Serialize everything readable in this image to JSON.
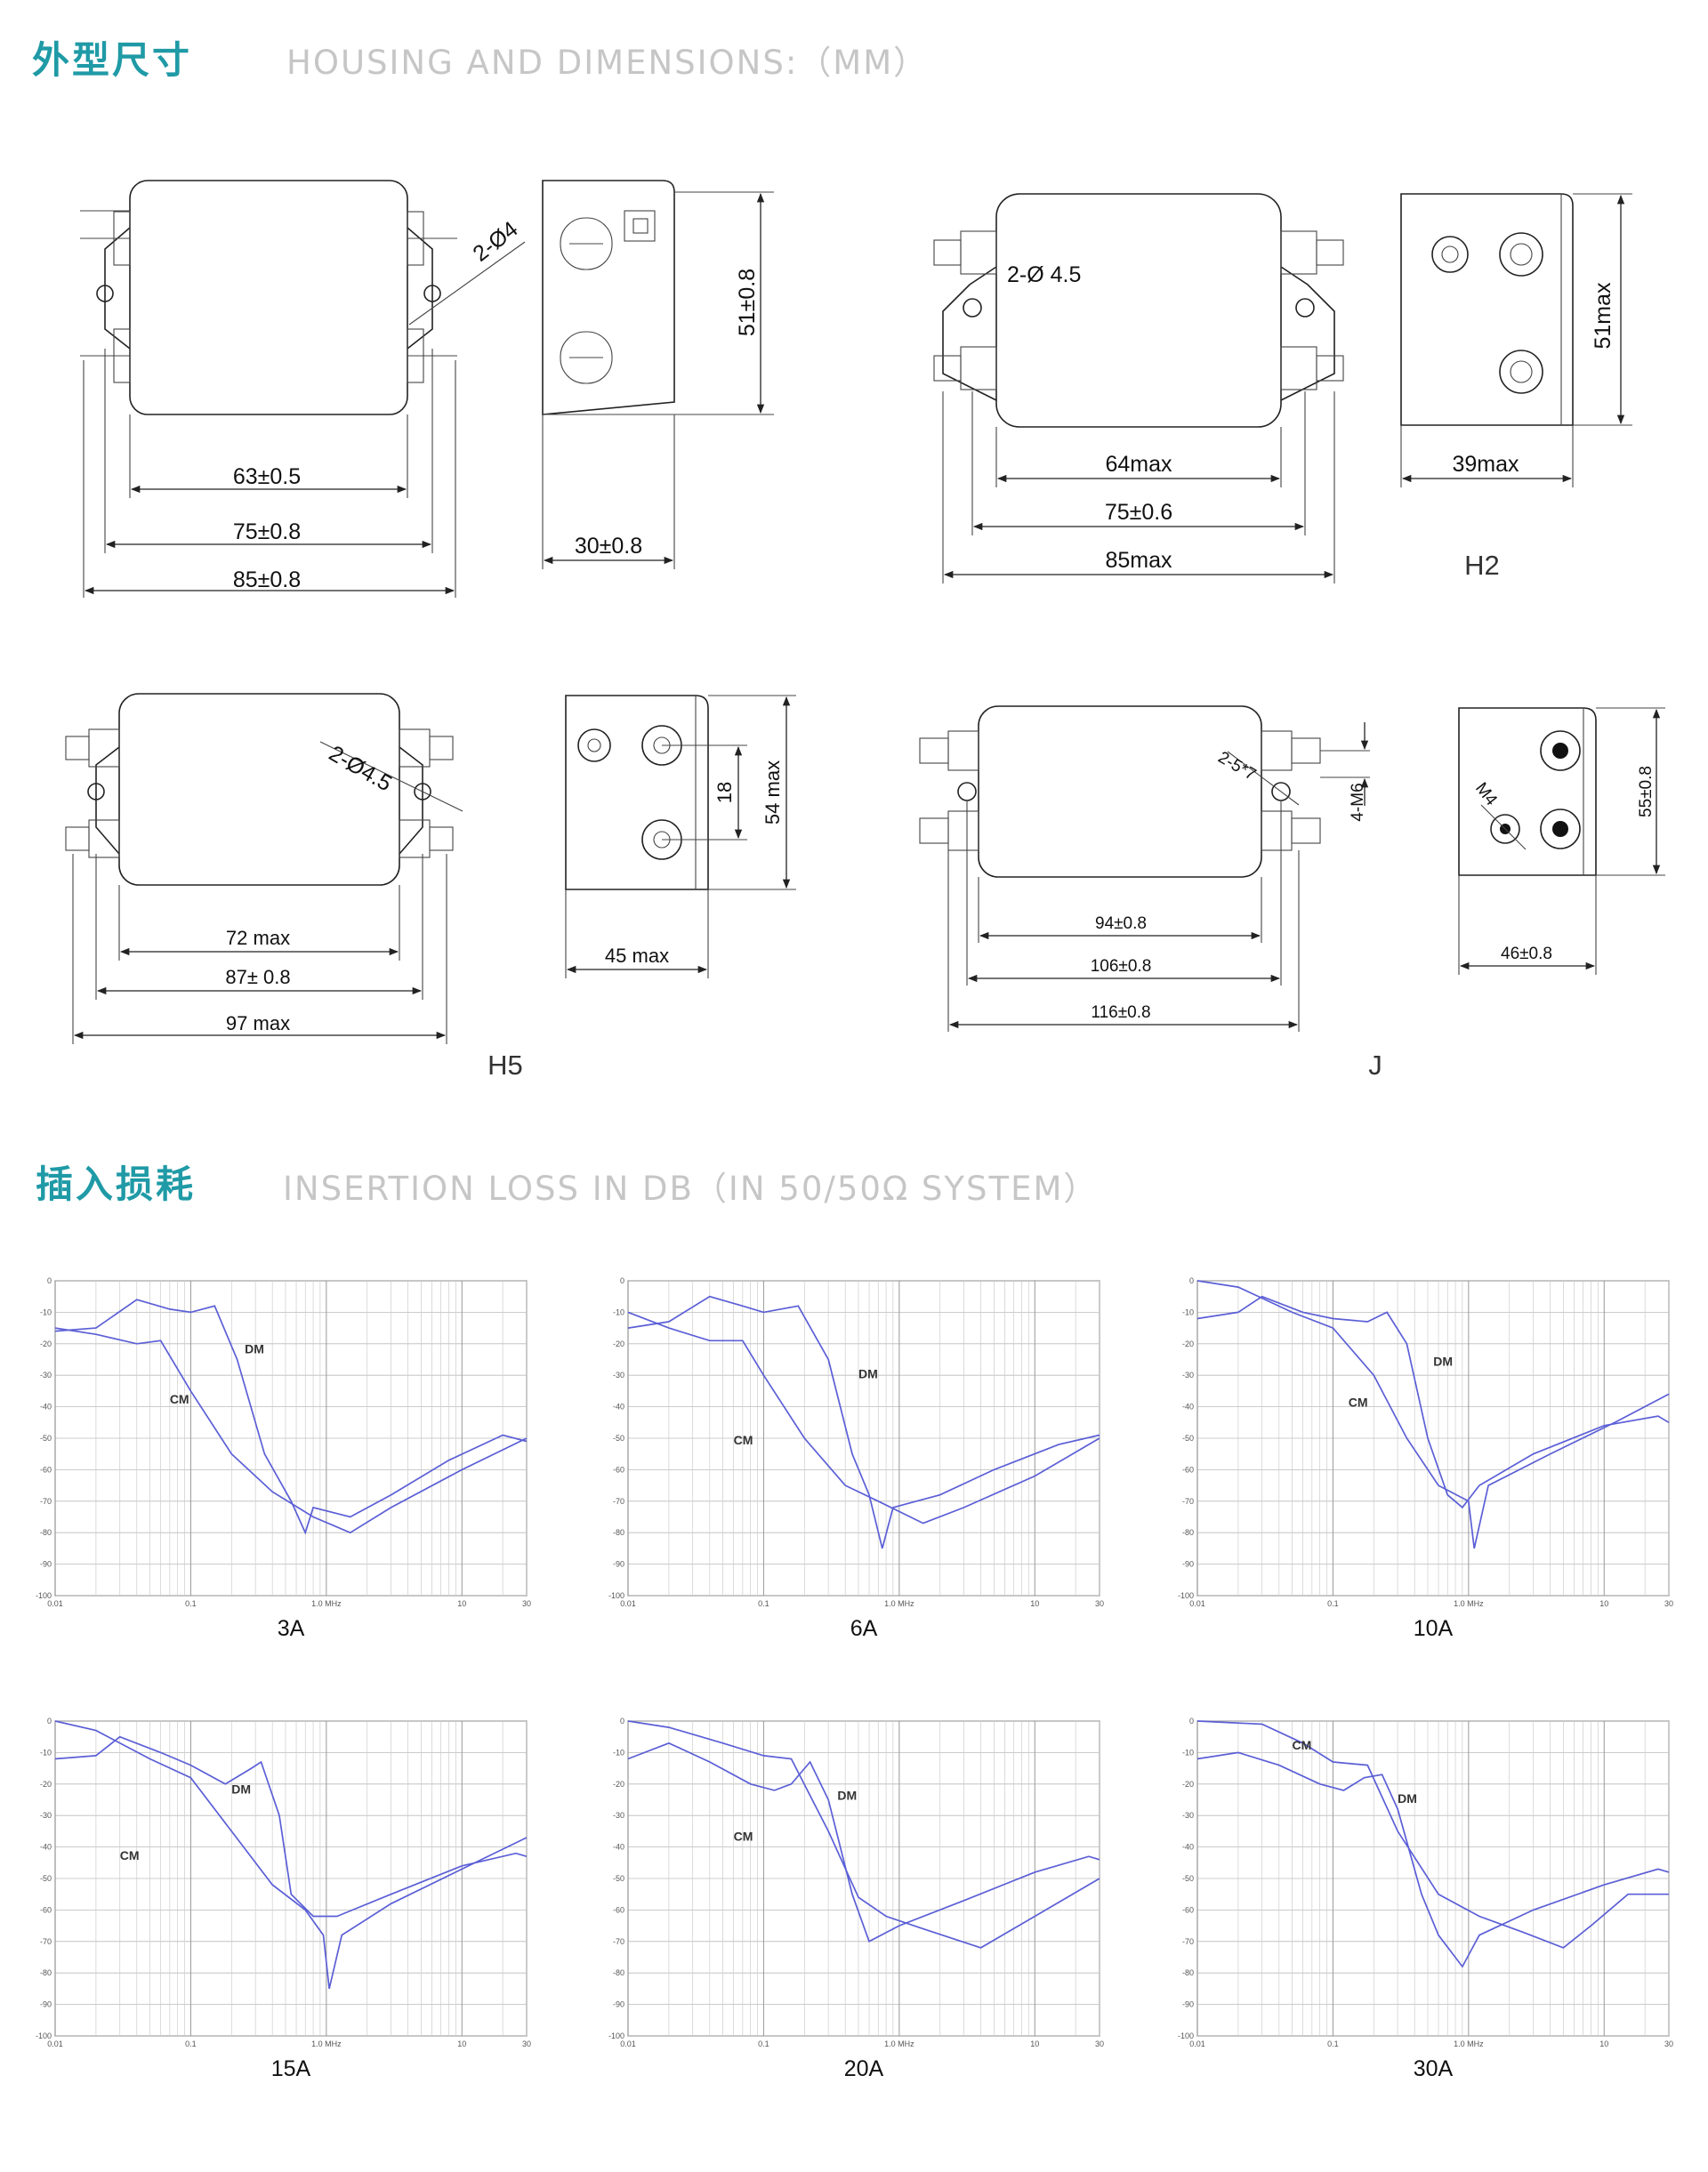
{
  "sections": {
    "housing": {
      "title_cn": "外型尺寸",
      "title_en": "HOUSING AND DIMENSIONS:（MM）"
    },
    "loss": {
      "title_cn": "插入损耗",
      "title_en": "INSERTION LOSS IN DB（IN 50/50Ω SYSTEM）"
    }
  },
  "drawings": {
    "d1": {
      "hole": "2-Ø4",
      "inner": "63±0.5",
      "mid": "75±0.8",
      "outer": "85±0.8",
      "height": "51±0.8",
      "depth": "30±0.8"
    },
    "h2": {
      "name": "H2",
      "hole": "2-Ø 4.5",
      "inner": "64max",
      "mid": "75±0.6",
      "outer": "85max",
      "height": "51max",
      "depth": "39max"
    },
    "h5": {
      "name": "H5",
      "hole": "2-Ø4.5",
      "inner": "72 max",
      "mid": "87± 0.8",
      "outer": "97 max",
      "spacing": "18",
      "height": "54 max",
      "depth": "45 max"
    },
    "j": {
      "name": "J",
      "hole": "2-5*7",
      "thread": "4-M6",
      "inner": "94±0.8",
      "mid": "106±0.8",
      "outer": "116±0.8",
      "height": "55±0.8",
      "depth": "46±0.8",
      "stud": "M4"
    }
  },
  "chart_ticks": {
    "y": [
      "0",
      "-10",
      "-20",
      "-30",
      "-40",
      "-50",
      "-60",
      "-70",
      "-80",
      "-90",
      "-100"
    ],
    "x": [
      "0.01",
      "0.1",
      "1.0  MHz",
      "10",
      "30"
    ]
  },
  "chart_data": [
    {
      "type": "line",
      "title": "3A",
      "x_scale": "log",
      "xlim": [
        0.01,
        30
      ],
      "ylim": [
        -100,
        0
      ],
      "grid": true,
      "labels": {
        "DM": "DM",
        "CM": "CM"
      },
      "series": [
        {
          "name": "DM",
          "points": [
            [
              0.01,
              -16
            ],
            [
              0.02,
              -15
            ],
            [
              0.04,
              -6
            ],
            [
              0.07,
              -9
            ],
            [
              0.1,
              -10
            ],
            [
              0.15,
              -8
            ],
            [
              0.22,
              -25
            ],
            [
              0.35,
              -55
            ],
            [
              0.55,
              -70
            ],
            [
              0.7,
              -80
            ],
            [
              0.8,
              -72
            ],
            [
              1.5,
              -75
            ],
            [
              3,
              -68
            ],
            [
              8,
              -57
            ],
            [
              20,
              -49
            ],
            [
              30,
              -51
            ]
          ]
        },
        {
          "name": "CM",
          "points": [
            [
              0.01,
              -15
            ],
            [
              0.02,
              -17
            ],
            [
              0.04,
              -20
            ],
            [
              0.06,
              -19
            ],
            [
              0.1,
              -35
            ],
            [
              0.2,
              -55
            ],
            [
              0.4,
              -67
            ],
            [
              0.8,
              -75
            ],
            [
              1.5,
              -80
            ],
            [
              3,
              -72
            ],
            [
              10,
              -60
            ],
            [
              30,
              -50
            ]
          ]
        }
      ]
    },
    {
      "type": "line",
      "title": "6A",
      "x_scale": "log",
      "xlim": [
        0.01,
        30
      ],
      "ylim": [
        -100,
        0
      ],
      "grid": true,
      "labels": {
        "DM": "DM",
        "CM": "CM"
      },
      "series": [
        {
          "name": "DM",
          "points": [
            [
              0.01,
              -15
            ],
            [
              0.02,
              -13
            ],
            [
              0.04,
              -5
            ],
            [
              0.07,
              -8
            ],
            [
              0.1,
              -10
            ],
            [
              0.18,
              -8
            ],
            [
              0.3,
              -25
            ],
            [
              0.45,
              -55
            ],
            [
              0.6,
              -68
            ],
            [
              0.75,
              -85
            ],
            [
              0.9,
              -72
            ],
            [
              2,
              -68
            ],
            [
              5,
              -60
            ],
            [
              15,
              -52
            ],
            [
              30,
              -49
            ]
          ]
        },
        {
          "name": "CM",
          "points": [
            [
              0.01,
              -10
            ],
            [
              0.02,
              -15
            ],
            [
              0.04,
              -19
            ],
            [
              0.07,
              -19
            ],
            [
              0.1,
              -30
            ],
            [
              0.2,
              -50
            ],
            [
              0.4,
              -65
            ],
            [
              0.7,
              -70
            ],
            [
              1.5,
              -77
            ],
            [
              3,
              -72
            ],
            [
              10,
              -62
            ],
            [
              30,
              -50
            ]
          ]
        }
      ]
    },
    {
      "type": "line",
      "title": "10A",
      "x_scale": "log",
      "xlim": [
        0.01,
        30
      ],
      "ylim": [
        -100,
        0
      ],
      "grid": true,
      "labels": {
        "DM": "DM",
        "CM": "CM"
      },
      "series": [
        {
          "name": "DM",
          "points": [
            [
              0.01,
              -12
            ],
            [
              0.02,
              -10
            ],
            [
              0.03,
              -5
            ],
            [
              0.06,
              -10
            ],
            [
              0.1,
              -12
            ],
            [
              0.18,
              -13
            ],
            [
              0.25,
              -10
            ],
            [
              0.35,
              -20
            ],
            [
              0.5,
              -50
            ],
            [
              0.7,
              -68
            ],
            [
              0.9,
              -72
            ],
            [
              1.2,
              -65
            ],
            [
              3,
              -55
            ],
            [
              10,
              -46
            ],
            [
              25,
              -43
            ],
            [
              30,
              -45
            ]
          ]
        },
        {
          "name": "CM",
          "points": [
            [
              0.01,
              0
            ],
            [
              0.02,
              -2
            ],
            [
              0.05,
              -10
            ],
            [
              0.1,
              -15
            ],
            [
              0.2,
              -30
            ],
            [
              0.35,
              -50
            ],
            [
              0.6,
              -65
            ],
            [
              1.0,
              -70
            ],
            [
              1.1,
              -85
            ],
            [
              1.4,
              -65
            ],
            [
              4,
              -55
            ],
            [
              12,
              -45
            ],
            [
              30,
              -36
            ]
          ]
        }
      ]
    },
    {
      "type": "line",
      "title": "15A",
      "x_scale": "log",
      "xlim": [
        0.01,
        30
      ],
      "ylim": [
        -100,
        0
      ],
      "grid": true,
      "labels": {
        "DM": "DM",
        "CM": "CM"
      },
      "series": [
        {
          "name": "DM",
          "points": [
            [
              0.01,
              -12
            ],
            [
              0.02,
              -11
            ],
            [
              0.03,
              -5
            ],
            [
              0.06,
              -10
            ],
            [
              0.1,
              -14
            ],
            [
              0.18,
              -20
            ],
            [
              0.28,
              -15
            ],
            [
              0.33,
              -13
            ],
            [
              0.45,
              -30
            ],
            [
              0.55,
              -55
            ],
            [
              0.8,
              -62
            ],
            [
              1.2,
              -62
            ],
            [
              3,
              -55
            ],
            [
              10,
              -46
            ],
            [
              25,
              -42
            ],
            [
              30,
              -43
            ]
          ]
        },
        {
          "name": "CM",
          "points": [
            [
              0.01,
              0
            ],
            [
              0.02,
              -3
            ],
            [
              0.05,
              -12
            ],
            [
              0.1,
              -18
            ],
            [
              0.2,
              -35
            ],
            [
              0.4,
              -52
            ],
            [
              0.7,
              -60
            ],
            [
              0.95,
              -68
            ],
            [
              1.05,
              -85
            ],
            [
              1.3,
              -68
            ],
            [
              3,
              -58
            ],
            [
              10,
              -47
            ],
            [
              30,
              -37
            ]
          ]
        }
      ]
    },
    {
      "type": "line",
      "title": "20A",
      "x_scale": "log",
      "xlim": [
        0.01,
        30
      ],
      "ylim": [
        -100,
        0
      ],
      "grid": true,
      "labels": {
        "DM": "DM",
        "CM": "CM"
      },
      "series": [
        {
          "name": "DM",
          "points": [
            [
              0.01,
              -12
            ],
            [
              0.02,
              -7
            ],
            [
              0.04,
              -13
            ],
            [
              0.08,
              -20
            ],
            [
              0.12,
              -22
            ],
            [
              0.16,
              -20
            ],
            [
              0.22,
              -13
            ],
            [
              0.3,
              -25
            ],
            [
              0.45,
              -55
            ],
            [
              0.6,
              -70
            ],
            [
              1.0,
              -65
            ],
            [
              3,
              -57
            ],
            [
              10,
              -48
            ],
            [
              25,
              -43
            ],
            [
              30,
              -44
            ]
          ]
        },
        {
          "name": "CM",
          "points": [
            [
              0.01,
              0
            ],
            [
              0.02,
              -2
            ],
            [
              0.05,
              -7
            ],
            [
              0.1,
              -11
            ],
            [
              0.16,
              -12
            ],
            [
              0.3,
              -35
            ],
            [
              0.5,
              -56
            ],
            [
              0.8,
              -62
            ],
            [
              1.5,
              -66
            ],
            [
              4,
              -72
            ],
            [
              10,
              -62
            ],
            [
              30,
              -50
            ]
          ]
        }
      ]
    },
    {
      "type": "line",
      "title": "30A",
      "x_scale": "log",
      "xlim": [
        0.01,
        30
      ],
      "ylim": [
        -100,
        0
      ],
      "grid": true,
      "labels": {
        "DM": "DM",
        "CM": "CM"
      },
      "series": [
        {
          "name": "DM",
          "points": [
            [
              0.01,
              -12
            ],
            [
              0.02,
              -10
            ],
            [
              0.04,
              -14
            ],
            [
              0.08,
              -20
            ],
            [
              0.12,
              -22
            ],
            [
              0.17,
              -18
            ],
            [
              0.23,
              -17
            ],
            [
              0.3,
              -28
            ],
            [
              0.45,
              -55
            ],
            [
              0.6,
              -68
            ],
            [
              0.9,
              -78
            ],
            [
              1.2,
              -68
            ],
            [
              3,
              -60
            ],
            [
              10,
              -52
            ],
            [
              25,
              -47
            ],
            [
              30,
              -48
            ]
          ]
        },
        {
          "name": "CM",
          "points": [
            [
              0.01,
              0
            ],
            [
              0.03,
              -1
            ],
            [
              0.06,
              -7
            ],
            [
              0.1,
              -13
            ],
            [
              0.18,
              -14
            ],
            [
              0.3,
              -35
            ],
            [
              0.6,
              -55
            ],
            [
              1.2,
              -62
            ],
            [
              2.5,
              -67
            ],
            [
              5,
              -72
            ],
            [
              8,
              -65
            ],
            [
              15,
              -55
            ],
            [
              30,
              -55
            ]
          ]
        }
      ]
    }
  ]
}
